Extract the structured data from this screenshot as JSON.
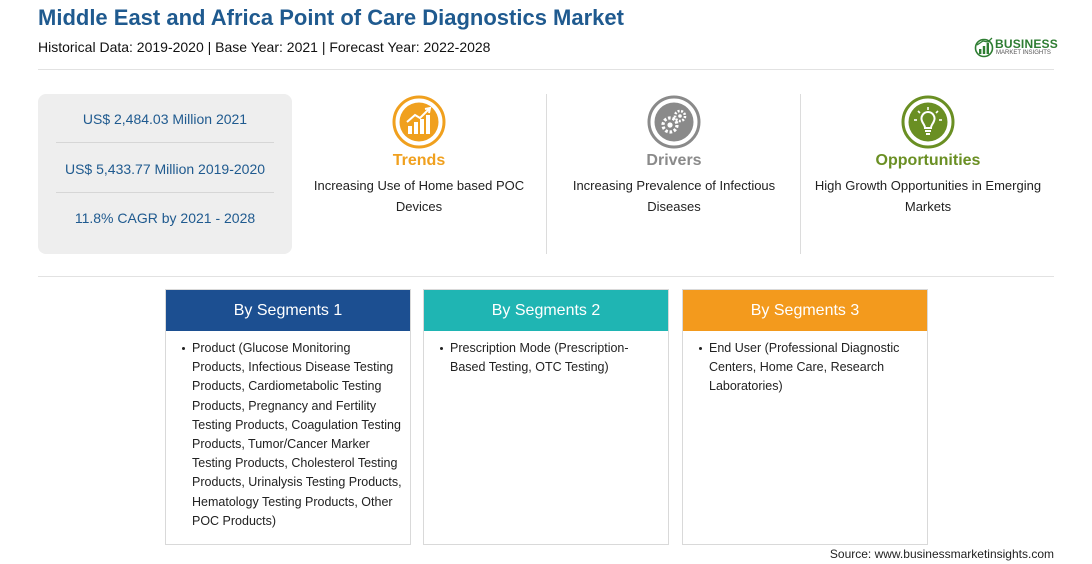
{
  "header": {
    "title": "Middle East and Africa Point of Care Diagnostics Market",
    "subtitle": "Historical Data: 2019-2020 | Base Year: 2021 | Forecast Year: 2022-2028"
  },
  "logo": {
    "name": "BUSINESS",
    "tagline": "MARKET INSIGHTS",
    "color": "#2e7d32"
  },
  "stats": [
    "US$ 2,484.03 Million 2021",
    "US$ 5,433.77 Million 2019-2020",
    "11.8% CAGR by 2021 - 2028"
  ],
  "pillars": [
    {
      "icon": "growth-chart-icon",
      "label": "Trends",
      "color": "#f0a01e",
      "text": "Increasing Use of Home based POC Devices"
    },
    {
      "icon": "gears-icon",
      "label": "Drivers",
      "color": "#8a8a8a",
      "text": "Increasing Prevalence of Infectious Diseases"
    },
    {
      "icon": "lightbulb-icon",
      "label": "Opportunities",
      "color": "#6a8f23",
      "text": "High Growth Opportunities in Emerging Markets"
    }
  ],
  "segments": [
    {
      "title": "By Segments 1",
      "color": "#1c4f91",
      "items": [
        "Product (Glucose Monitoring Products, Infectious Disease Testing Products, Cardiometabolic Testing Products, Pregnancy and Fertility Testing Products, Coagulation Testing Products, Tumor/Cancer Marker Testing Products, Cholesterol Testing Products, Urinalysis Testing Products, Hematology Testing Products, Other POC Products)"
      ]
    },
    {
      "title": "By Segments 2",
      "color": "#1fb5b3",
      "items": [
        "Prescription Mode (Prescription-Based Testing, OTC Testing)"
      ]
    },
    {
      "title": "By Segments 3",
      "color": "#f39a1d",
      "items": [
        "End User (Professional Diagnostic Centers, Home Care, Research Laboratories)"
      ]
    }
  ],
  "source": "Source: www.businessmarketinsights.com"
}
